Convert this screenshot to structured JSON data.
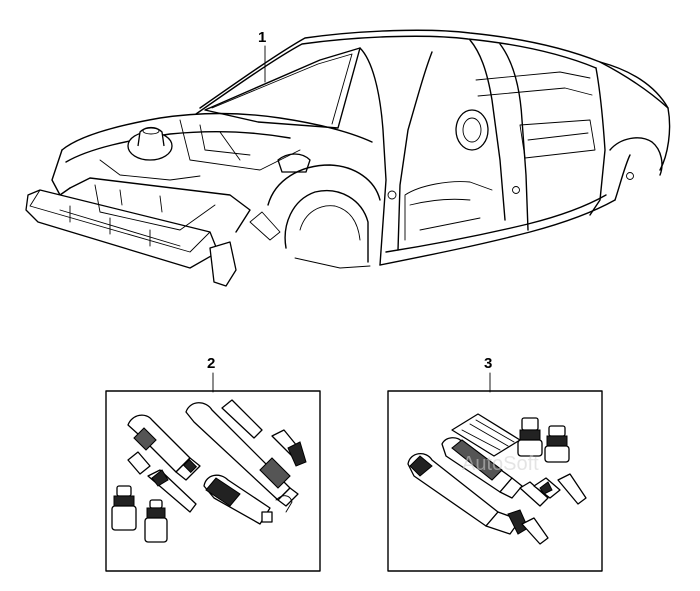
{
  "callouts": {
    "body": "1",
    "kit_left": "2",
    "kit_right": "3"
  },
  "watermark": "AutoSoft"
}
